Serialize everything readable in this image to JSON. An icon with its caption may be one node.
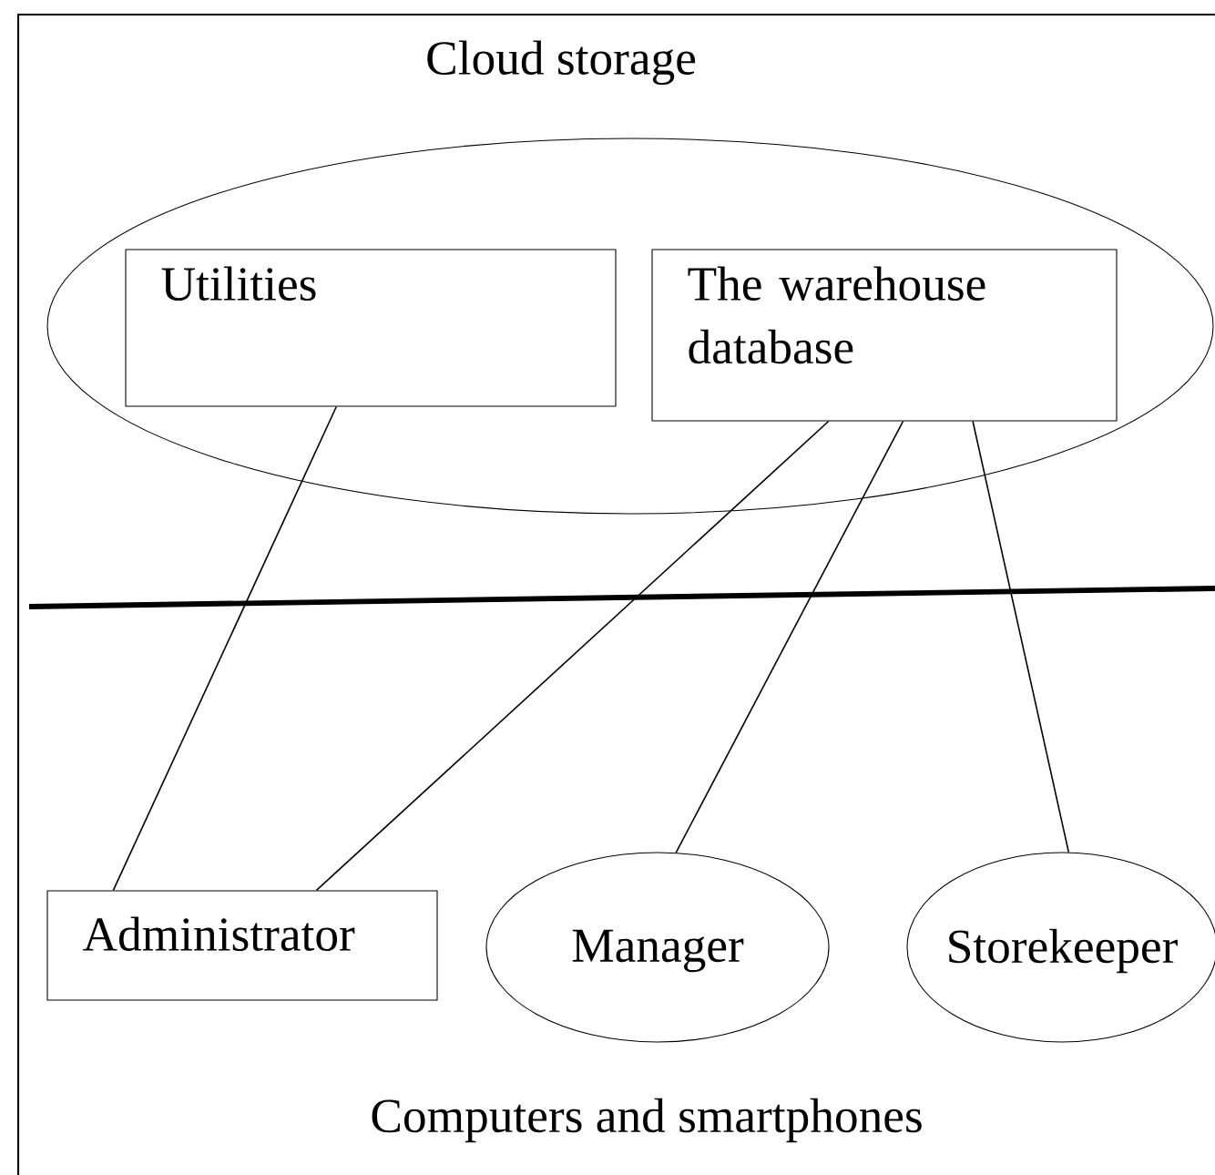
{
  "diagram": {
    "nodes": [
      {
        "text": [
          "Cloud storage"
        ]
      },
      {
        "text": [
          "Utilities"
        ],
        "in": 0
      },
      {
        "text": [
          "The warehouse database"
        ],
        "in": 0
      },
      {
        "text": [
          "Administrator"
        ]
      },
      {
        "text": [
          "Manager"
        ]
      },
      {
        "text": [
          "Storekeeper"
        ]
      }
    ],
    "edges": [
      {
        "from": 1,
        "to": 3,
        "arrow": "none"
      },
      {
        "from": 2,
        "to": 3,
        "arrow": "none"
      },
      {
        "from": 2,
        "to": 4,
        "arrow": "none"
      },
      {
        "from": 2,
        "to": 5,
        "arrow": "none"
      }
    ],
    "labels": [
      "Computers and smartphones"
    ]
  }
}
